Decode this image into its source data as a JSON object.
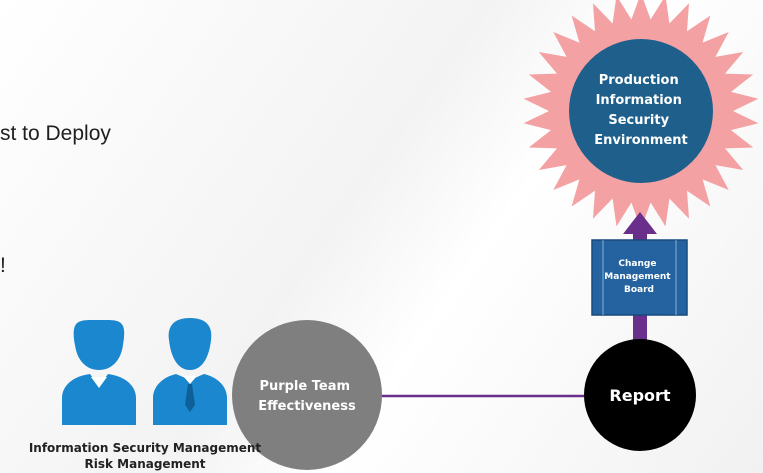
{
  "slide": {
    "text_line1": "st to Deploy",
    "text_line2": "!"
  },
  "production": {
    "line1": "Production",
    "line2": "Information",
    "line3": "Security",
    "line4": "Environment"
  },
  "change_board": {
    "line1": "Change",
    "line2": "Management",
    "line3": "Board"
  },
  "report": {
    "label": "Report"
  },
  "purple_team": {
    "line1": "Purple Team",
    "line2": "Effectiveness"
  },
  "people_caption": {
    "line1": "Information Security Management",
    "line2": "Risk Management"
  },
  "colors": {
    "starburst": "#f4a1a3",
    "production_circle": "#1e5f8c",
    "board_box": "#2563a0",
    "purple": "#6a2f8a",
    "report_circle": "#000000",
    "purple_team_circle": "#7f7f7f",
    "person_icon": "#1b87cf"
  },
  "icons": [
    "female-user-icon",
    "male-user-icon"
  ]
}
